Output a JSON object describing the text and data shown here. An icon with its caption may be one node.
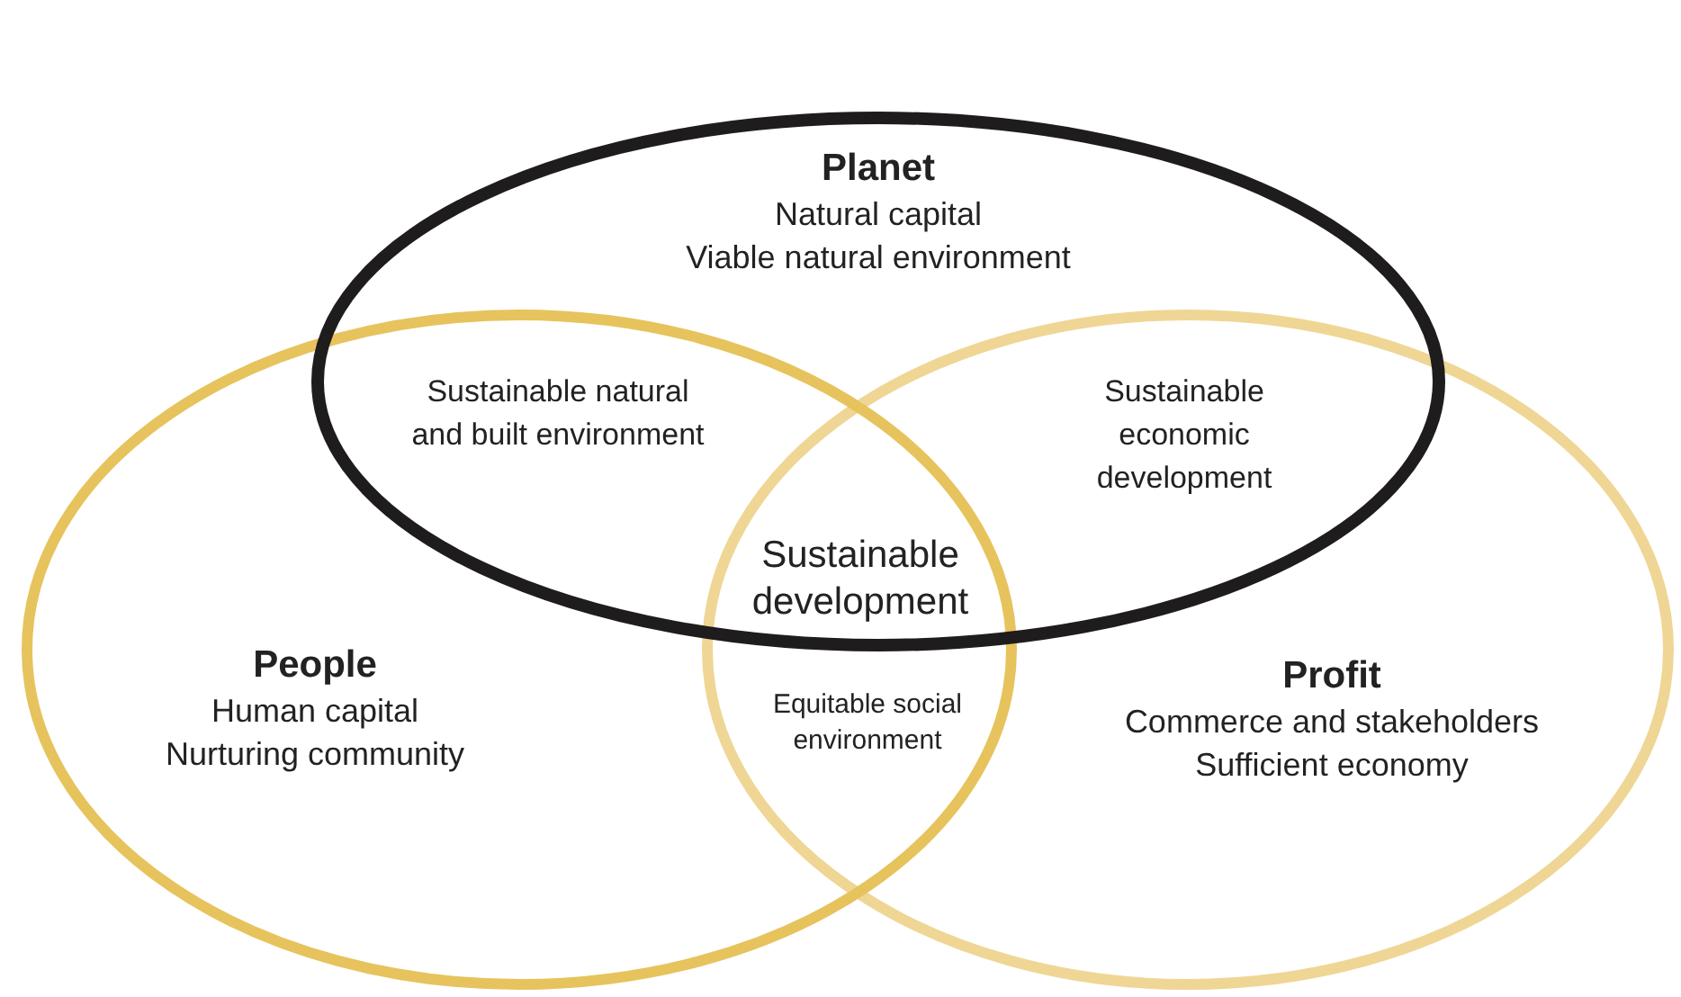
{
  "diagram": {
    "nodes": [
      {
        "text": [
          "Planet",
          "Natural capital",
          "Viable natural environment"
        ]
      },
      {
        "text": [
          "People",
          "Human capital",
          "Nurturing community"
        ]
      },
      {
        "text": [
          "Profit",
          "Commerce and stakeholders",
          "Sufficient economy"
        ]
      }
    ],
    "labels": [
      "Sustainable natural and built environment",
      "Sustainable economic development",
      "Sustainable development",
      "Equitable social environment"
    ]
  }
}
